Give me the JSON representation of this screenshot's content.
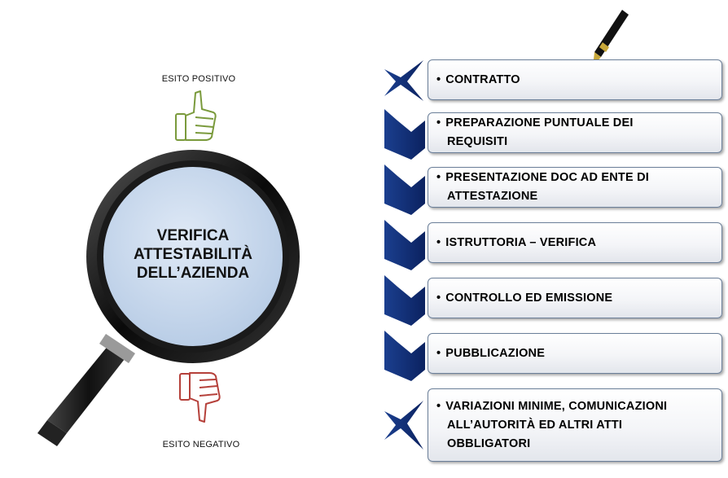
{
  "left": {
    "positive_label": "ESITO POSITIVO",
    "negative_label": "ESITO NEGATIVO",
    "lens_lines": [
      "VERIFICA",
      "ATTESTABILITÀ",
      "DELL’AZIENDA"
    ]
  },
  "steps": [
    {
      "bullet": "•",
      "lines": [
        "CONTRATTO"
      ]
    },
    {
      "bullet": "•",
      "lines": [
        "PREPARAZIONE PUNTUALE DEI",
        "REQUISITI"
      ]
    },
    {
      "bullet": "•",
      "lines": [
        "PRESENTAZIONE DOC AD ENTE DI",
        "ATTESTAZIONE"
      ]
    },
    {
      "bullet": "•",
      "lines": [
        "ISTRUTTORIA – VERIFICA"
      ]
    },
    {
      "bullet": "•",
      "lines": [
        "CONTROLLO ED EMISSIONE"
      ]
    },
    {
      "bullet": "•",
      "lines": [
        "PUBBLICAZIONE"
      ]
    },
    {
      "bullet": "•",
      "lines": [
        "VARIAZIONI MINIME, COMUNICAZIONI",
        "ALL’AUTORITÀ ED ALTRI ATTI",
        "OBBLIGATORI"
      ]
    }
  ],
  "colors": {
    "chevron": "#0d2a6b",
    "thumb_up": "#7a9a3c",
    "thumb_down": "#b5403a",
    "lens": "#c9d9ec"
  }
}
